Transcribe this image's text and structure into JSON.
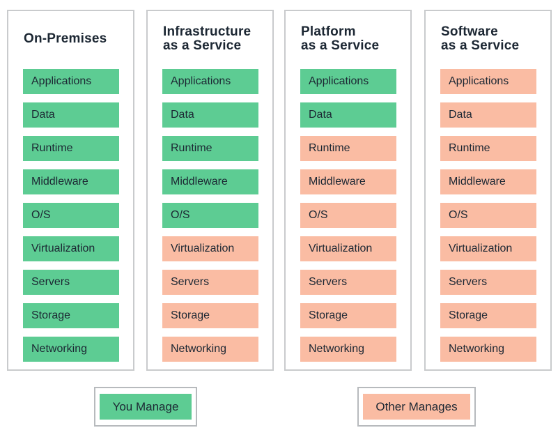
{
  "palette": {
    "you_manage_green": "#5dcc93",
    "other_manages_salmon": "#fabca3",
    "text_dark": "#1c2733",
    "column_border": "#c9cbcd",
    "legend_border": "#b7babd",
    "background": "#ffffff"
  },
  "columns": [
    {
      "title_lines": [
        "On-Premises",
        ""
      ],
      "layers": [
        {
          "label": "Applications",
          "managed_by": "you",
          "color": "#5dcc93"
        },
        {
          "label": "Data",
          "managed_by": "you",
          "color": "#5dcc93"
        },
        {
          "label": "Runtime",
          "managed_by": "you",
          "color": "#5dcc93"
        },
        {
          "label": "Middleware",
          "managed_by": "you",
          "color": "#5dcc93"
        },
        {
          "label": "O/S",
          "managed_by": "you",
          "color": "#5dcc93"
        },
        {
          "label": "Virtualization",
          "managed_by": "you",
          "color": "#5dcc93"
        },
        {
          "label": "Servers",
          "managed_by": "you",
          "color": "#5dcc93"
        },
        {
          "label": "Storage",
          "managed_by": "you",
          "color": "#5dcc93"
        },
        {
          "label": "Networking",
          "managed_by": "you",
          "color": "#5dcc93"
        }
      ]
    },
    {
      "title_lines": [
        "Infrastructure",
        "as a Service"
      ],
      "layers": [
        {
          "label": "Applications",
          "managed_by": "you",
          "color": "#5dcc93"
        },
        {
          "label": "Data",
          "managed_by": "you",
          "color": "#5dcc93"
        },
        {
          "label": "Runtime",
          "managed_by": "you",
          "color": "#5dcc93"
        },
        {
          "label": "Middleware",
          "managed_by": "you",
          "color": "#5dcc93"
        },
        {
          "label": "O/S",
          "managed_by": "you",
          "color": "#5dcc93"
        },
        {
          "label": "Virtualization",
          "managed_by": "other",
          "color": "#fabca3"
        },
        {
          "label": "Servers",
          "managed_by": "other",
          "color": "#fabca3"
        },
        {
          "label": "Storage",
          "managed_by": "other",
          "color": "#fabca3"
        },
        {
          "label": "Networking",
          "managed_by": "other",
          "color": "#fabca3"
        }
      ]
    },
    {
      "title_lines": [
        "Platform",
        "as a Service"
      ],
      "layers": [
        {
          "label": "Applications",
          "managed_by": "you",
          "color": "#5dcc93"
        },
        {
          "label": "Data",
          "managed_by": "you",
          "color": "#5dcc93"
        },
        {
          "label": "Runtime",
          "managed_by": "other",
          "color": "#fabca3"
        },
        {
          "label": "Middleware",
          "managed_by": "other",
          "color": "#fabca3"
        },
        {
          "label": "O/S",
          "managed_by": "other",
          "color": "#fabca3"
        },
        {
          "label": "Virtualization",
          "managed_by": "other",
          "color": "#fabca3"
        },
        {
          "label": "Servers",
          "managed_by": "other",
          "color": "#fabca3"
        },
        {
          "label": "Storage",
          "managed_by": "other",
          "color": "#fabca3"
        },
        {
          "label": "Networking",
          "managed_by": "other",
          "color": "#fabca3"
        }
      ]
    },
    {
      "title_lines": [
        "Software",
        "as a Service"
      ],
      "layers": [
        {
          "label": "Applications",
          "managed_by": "other",
          "color": "#fabca3"
        },
        {
          "label": "Data",
          "managed_by": "other",
          "color": "#fabca3"
        },
        {
          "label": "Runtime",
          "managed_by": "other",
          "color": "#fabca3"
        },
        {
          "label": "Middleware",
          "managed_by": "other",
          "color": "#fabca3"
        },
        {
          "label": "O/S",
          "managed_by": "other",
          "color": "#fabca3"
        },
        {
          "label": "Virtualization",
          "managed_by": "other",
          "color": "#fabca3"
        },
        {
          "label": "Servers",
          "managed_by": "other",
          "color": "#fabca3"
        },
        {
          "label": "Storage",
          "managed_by": "other",
          "color": "#fabca3"
        },
        {
          "label": "Networking",
          "managed_by": "other",
          "color": "#fabca3"
        }
      ]
    }
  ],
  "legend": {
    "you": {
      "label": "You Manage",
      "color": "#5dcc93"
    },
    "other": {
      "label": "Other Manages",
      "color": "#fabca3"
    }
  }
}
